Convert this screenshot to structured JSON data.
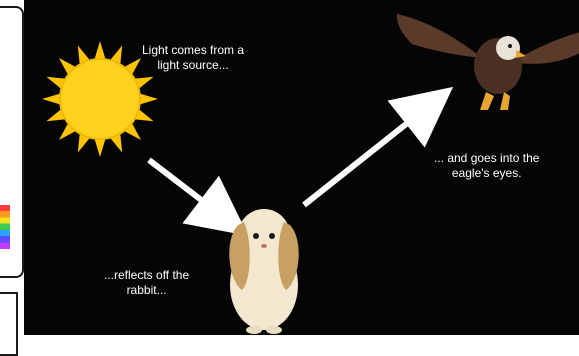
{
  "captions": {
    "source": [
      "Light comes from a",
      "light source..."
    ],
    "reflect": [
      "...reflects off the",
      "rabbit..."
    ],
    "eyes": [
      "... and goes into the",
      "eagle's eyes."
    ]
  },
  "colors": {
    "background": "#050505",
    "sun_core": "#ffd21e",
    "sun_rays": "#ffc300",
    "arrow": "#ffffff",
    "rabbit_fur": "#f3e7cf",
    "rabbit_ears": "#c8a064",
    "eagle_wings": "#5a3a28",
    "eagle_head": "#e9e2d6"
  },
  "icons": {
    "sun": "sun-icon",
    "rabbit": "rabbit-icon",
    "eagle": "eagle-icon"
  }
}
